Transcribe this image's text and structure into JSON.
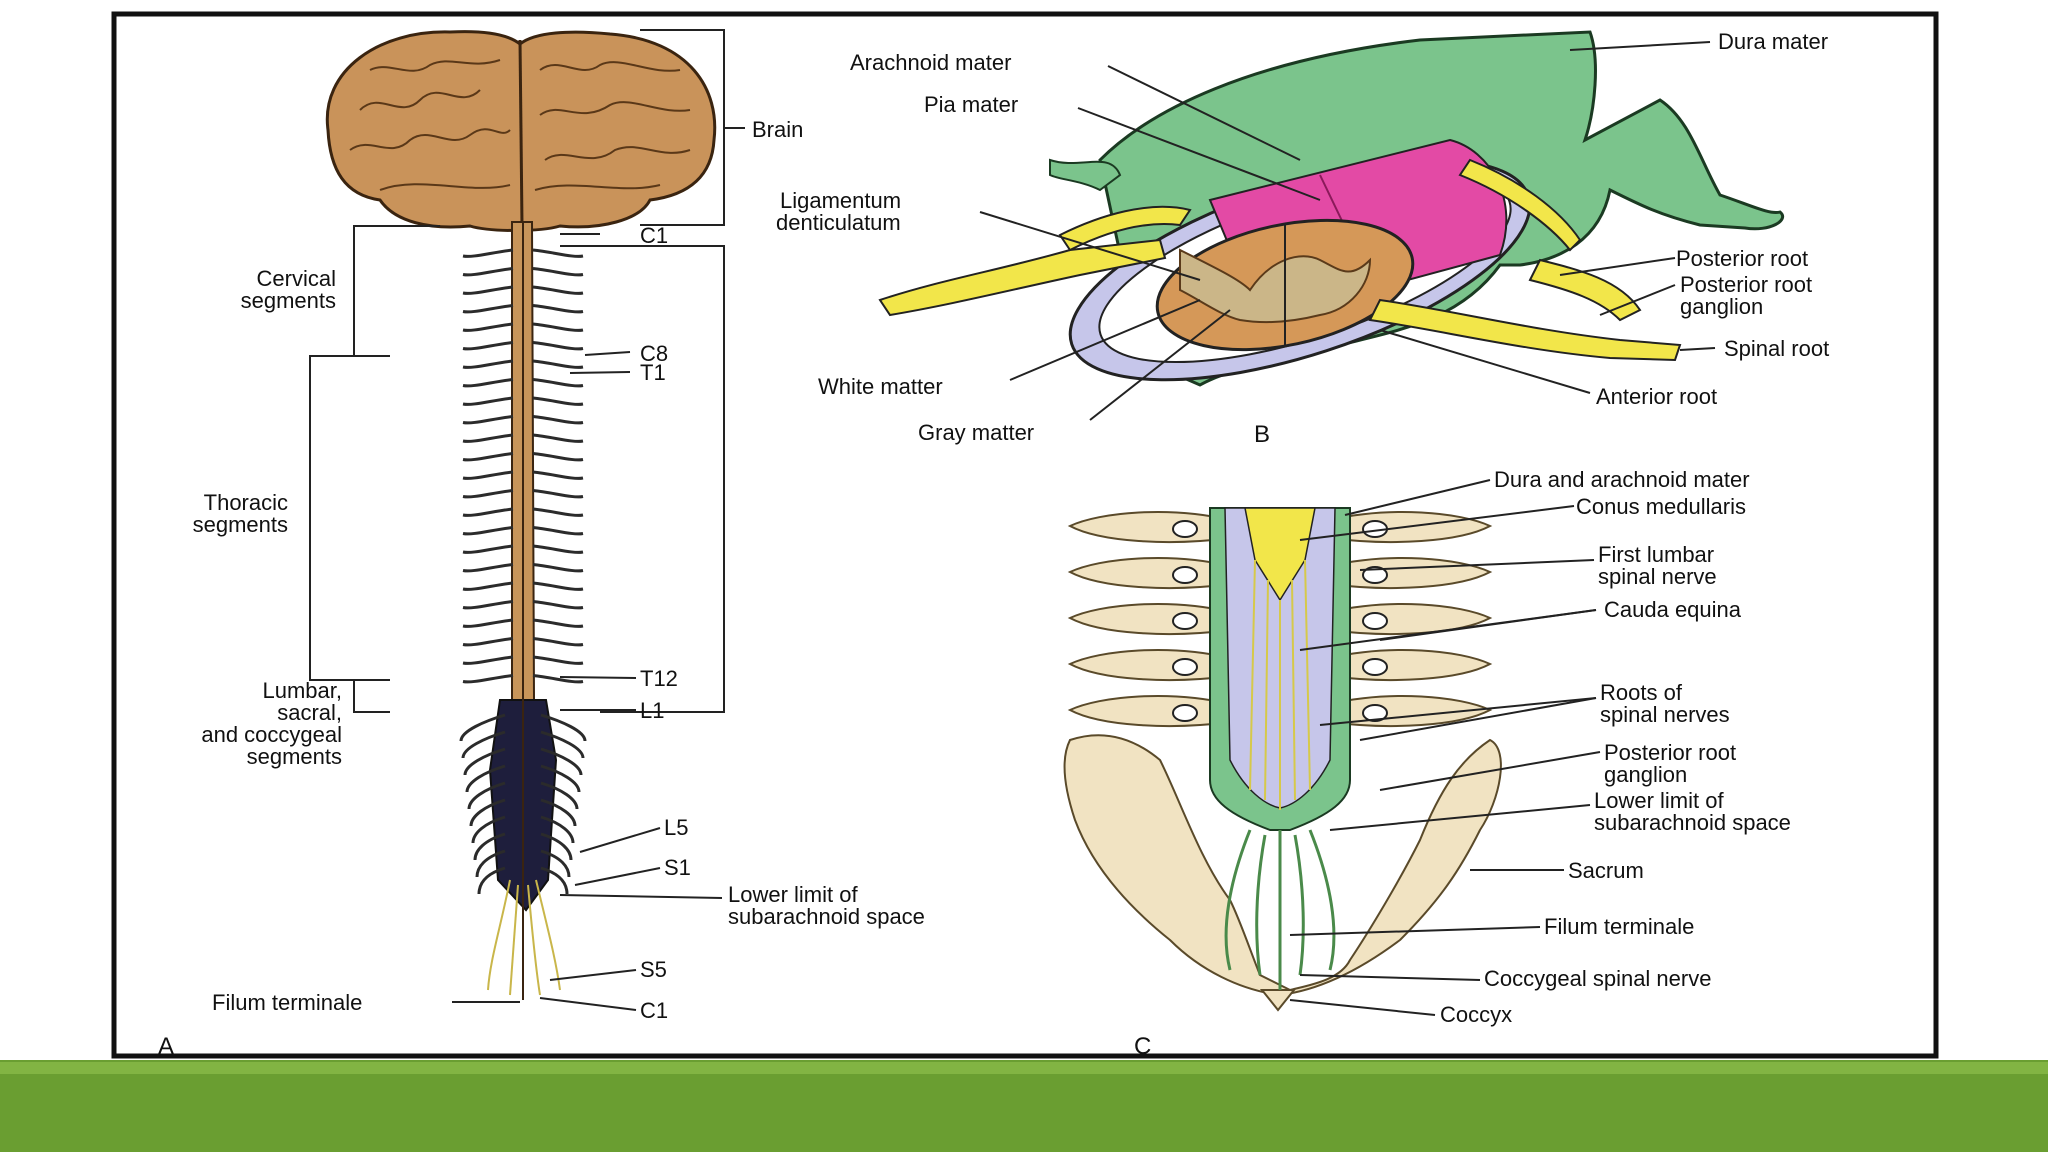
{
  "colors": {
    "dura": "#7bc48c",
    "pia": "#e34aa5",
    "nerve_yellow": "#f2e64a",
    "cord_brown": "#c8955a",
    "brain": "#c9935a",
    "bone": "#f1e3c2",
    "bar_green": "#6a9e31"
  },
  "panel_a": {
    "letter": "A",
    "brain": "Brain",
    "cervical_1": "Cervical",
    "cervical_2": "segments",
    "thoracic_1": "Thoracic",
    "thoracic_2": "segments",
    "lumbar_1": "Lumbar,",
    "lumbar_2": "sacral,",
    "lumbar_3": "and coccygeal",
    "lumbar_4": "segments",
    "c1_top": "C1",
    "c8": "C8",
    "t1": "T1",
    "t12": "T12",
    "l1": "L1",
    "l5": "L5",
    "s1": "S1",
    "s5": "S5",
    "c1_bottom": "C1",
    "lower_limit_1": "Lower limit of",
    "lower_limit_2": "subarachnoid space",
    "filum": "Filum terminale"
  },
  "panel_b": {
    "letter": "B",
    "dura": "Dura mater",
    "arachnoid": "Arachnoid mater",
    "pia": "Pia mater",
    "lig_1": "Ligamentum",
    "lig_2": "denticulatum",
    "posterior_root": "Posterior root",
    "prg_1": "Posterior root",
    "prg_2": "ganglion",
    "spinal_root": "Spinal root",
    "anterior_root": "Anterior root",
    "white_matter": "White matter",
    "gray_matter": "Gray matter"
  },
  "panel_c": {
    "letter": "C",
    "dura_arach": "Dura and arachnoid mater",
    "conus": "Conus medullaris",
    "fln_1": "First lumbar",
    "fln_2": "spinal nerve",
    "cauda": "Cauda equina",
    "roots_1": "Roots of",
    "roots_2": "spinal nerves",
    "prg_1": "Posterior root",
    "prg_2": "ganglion",
    "ll_1": "Lower limit of",
    "ll_2": "subarachnoid space",
    "sacrum": "Sacrum",
    "filum": "Filum terminale",
    "coccygeal": "Coccygeal spinal nerve",
    "coccyx": "Coccyx"
  }
}
